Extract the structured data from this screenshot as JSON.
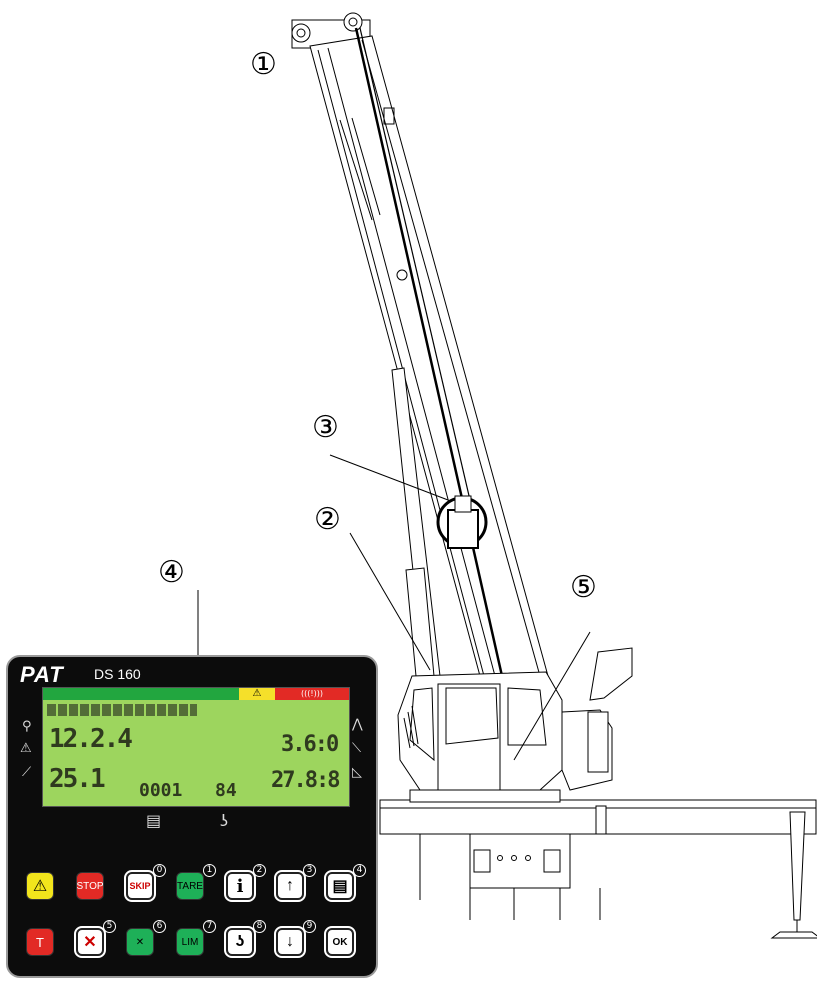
{
  "callouts": [
    "①",
    "②",
    "③",
    "④",
    "⑤"
  ],
  "panel": {
    "brand": "PAT",
    "model": "DS 160",
    "warning_symbol": "⚠",
    "red_bar_label": "(((!)))",
    "display": {
      "left_column": [
        "12.2.4",
        "25.1"
      ],
      "middle_row": [
        "0001",
        "84"
      ],
      "right_column": [
        "3.6:0",
        "27.8:8"
      ]
    },
    "bottom_icons": [
      "document-icon",
      "hook-icon"
    ],
    "buttons_row1": [
      {
        "label": "⚠",
        "num": ""
      },
      {
        "label": "STOP",
        "num": ""
      },
      {
        "label": "SKIP",
        "num": "0"
      },
      {
        "label": "TARE",
        "num": "1"
      },
      {
        "label": "i",
        "num": "2"
      },
      {
        "label": "↑",
        "num": "3"
      },
      {
        "label": "▤",
        "num": "4"
      }
    ],
    "buttons_row2": [
      {
        "label": "T",
        "num": ""
      },
      {
        "label": "✕",
        "num": "5"
      },
      {
        "label": "✕",
        "num": "6"
      },
      {
        "label": "LIM",
        "num": "7"
      },
      {
        "label": "ʖ",
        "num": "8"
      },
      {
        "label": "↓",
        "num": "9"
      },
      {
        "label": "OK",
        "num": ""
      }
    ]
  },
  "colors": {
    "display_bg": "#9dd55e",
    "status_green": "#22a63f",
    "status_yellow": "#f5e02a",
    "status_red": "#e22a25"
  }
}
